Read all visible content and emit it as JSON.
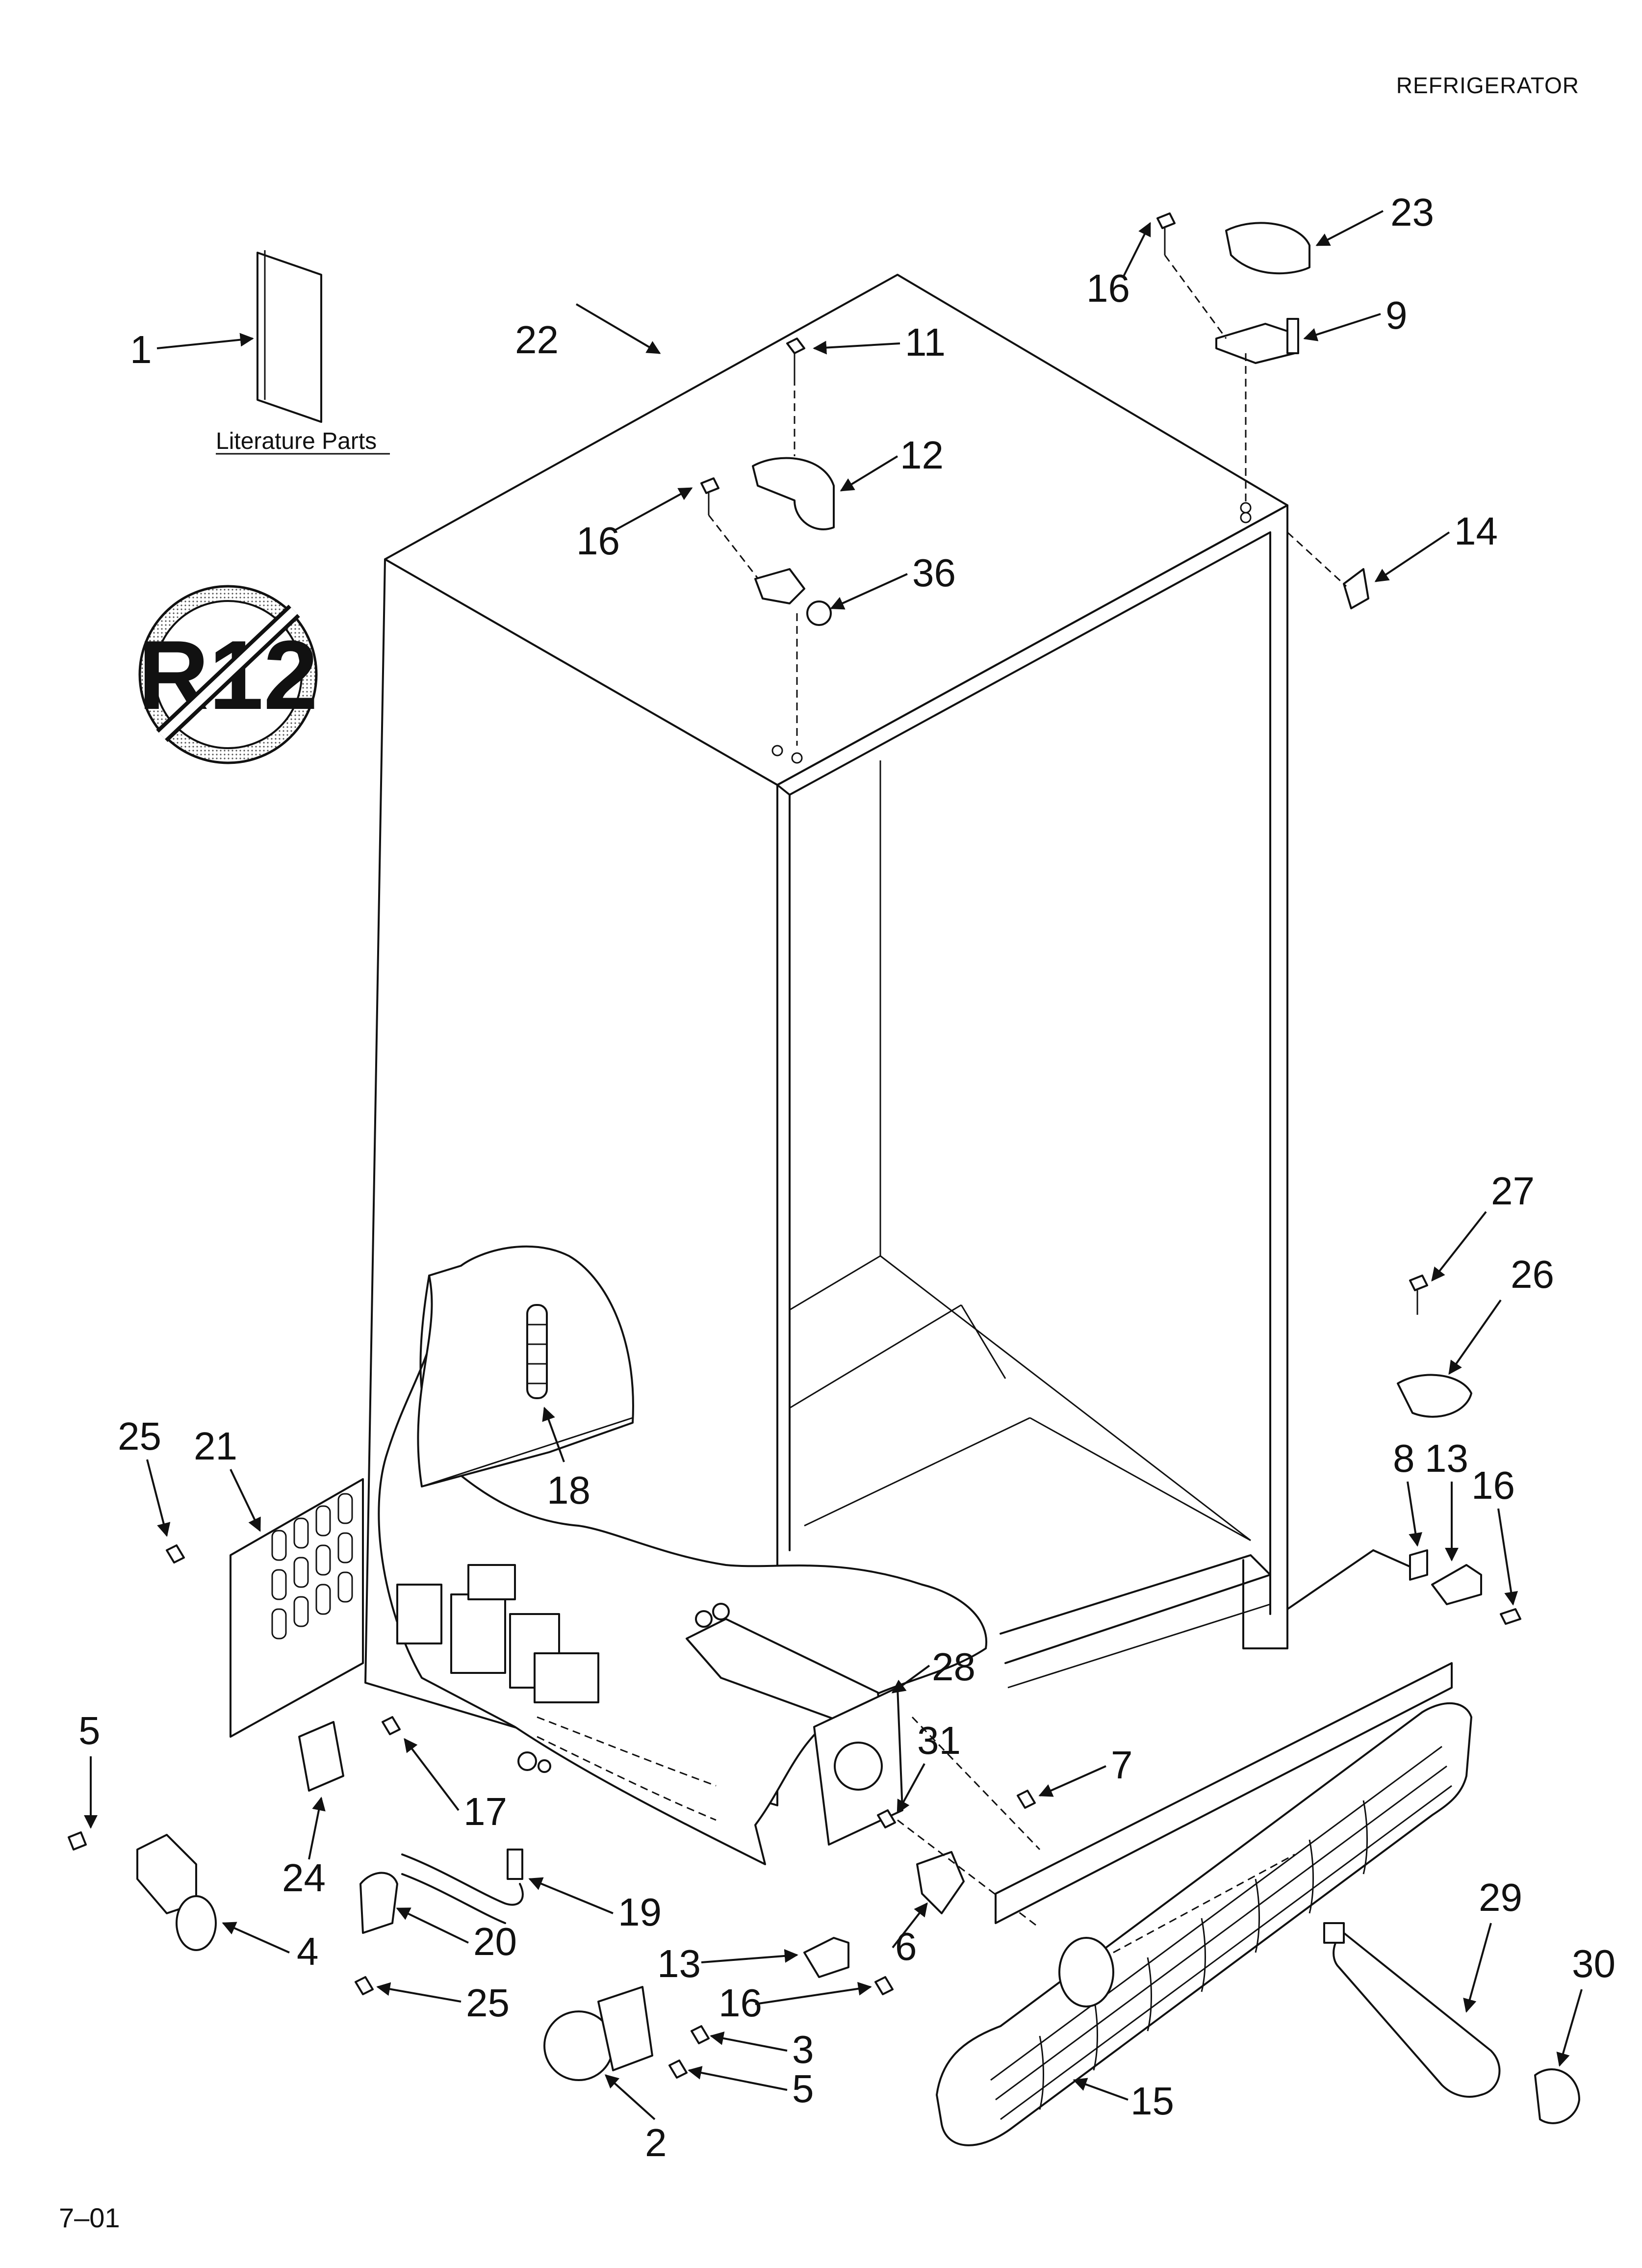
{
  "header": {
    "title": "REFRIGERATOR"
  },
  "footer": {
    "date_code": "7–01"
  },
  "literature": {
    "label": "Literature Parts"
  },
  "badge": {
    "text": "R12"
  },
  "callouts": {
    "c1": "1",
    "c2": "2",
    "c3": "3",
    "c4": "4",
    "c5a": "5",
    "c5b": "5",
    "c6": "6",
    "c7": "7",
    "c8": "8",
    "c9": "9",
    "c11": "11",
    "c12": "12",
    "c13a": "13",
    "c13b": "13",
    "c14": "14",
    "c15": "15",
    "c16a": "16",
    "c16b": "16",
    "c16c": "16",
    "c16d": "16",
    "c17": "17",
    "c18": "18",
    "c19": "19",
    "c20": "20",
    "c21": "21",
    "c22": "22",
    "c23": "23",
    "c24": "24",
    "c25a": "25",
    "c25b": "25",
    "c26": "26",
    "c27": "27",
    "c28": "28",
    "c29": "29",
    "c30": "30",
    "c31": "31",
    "c36": "36"
  }
}
